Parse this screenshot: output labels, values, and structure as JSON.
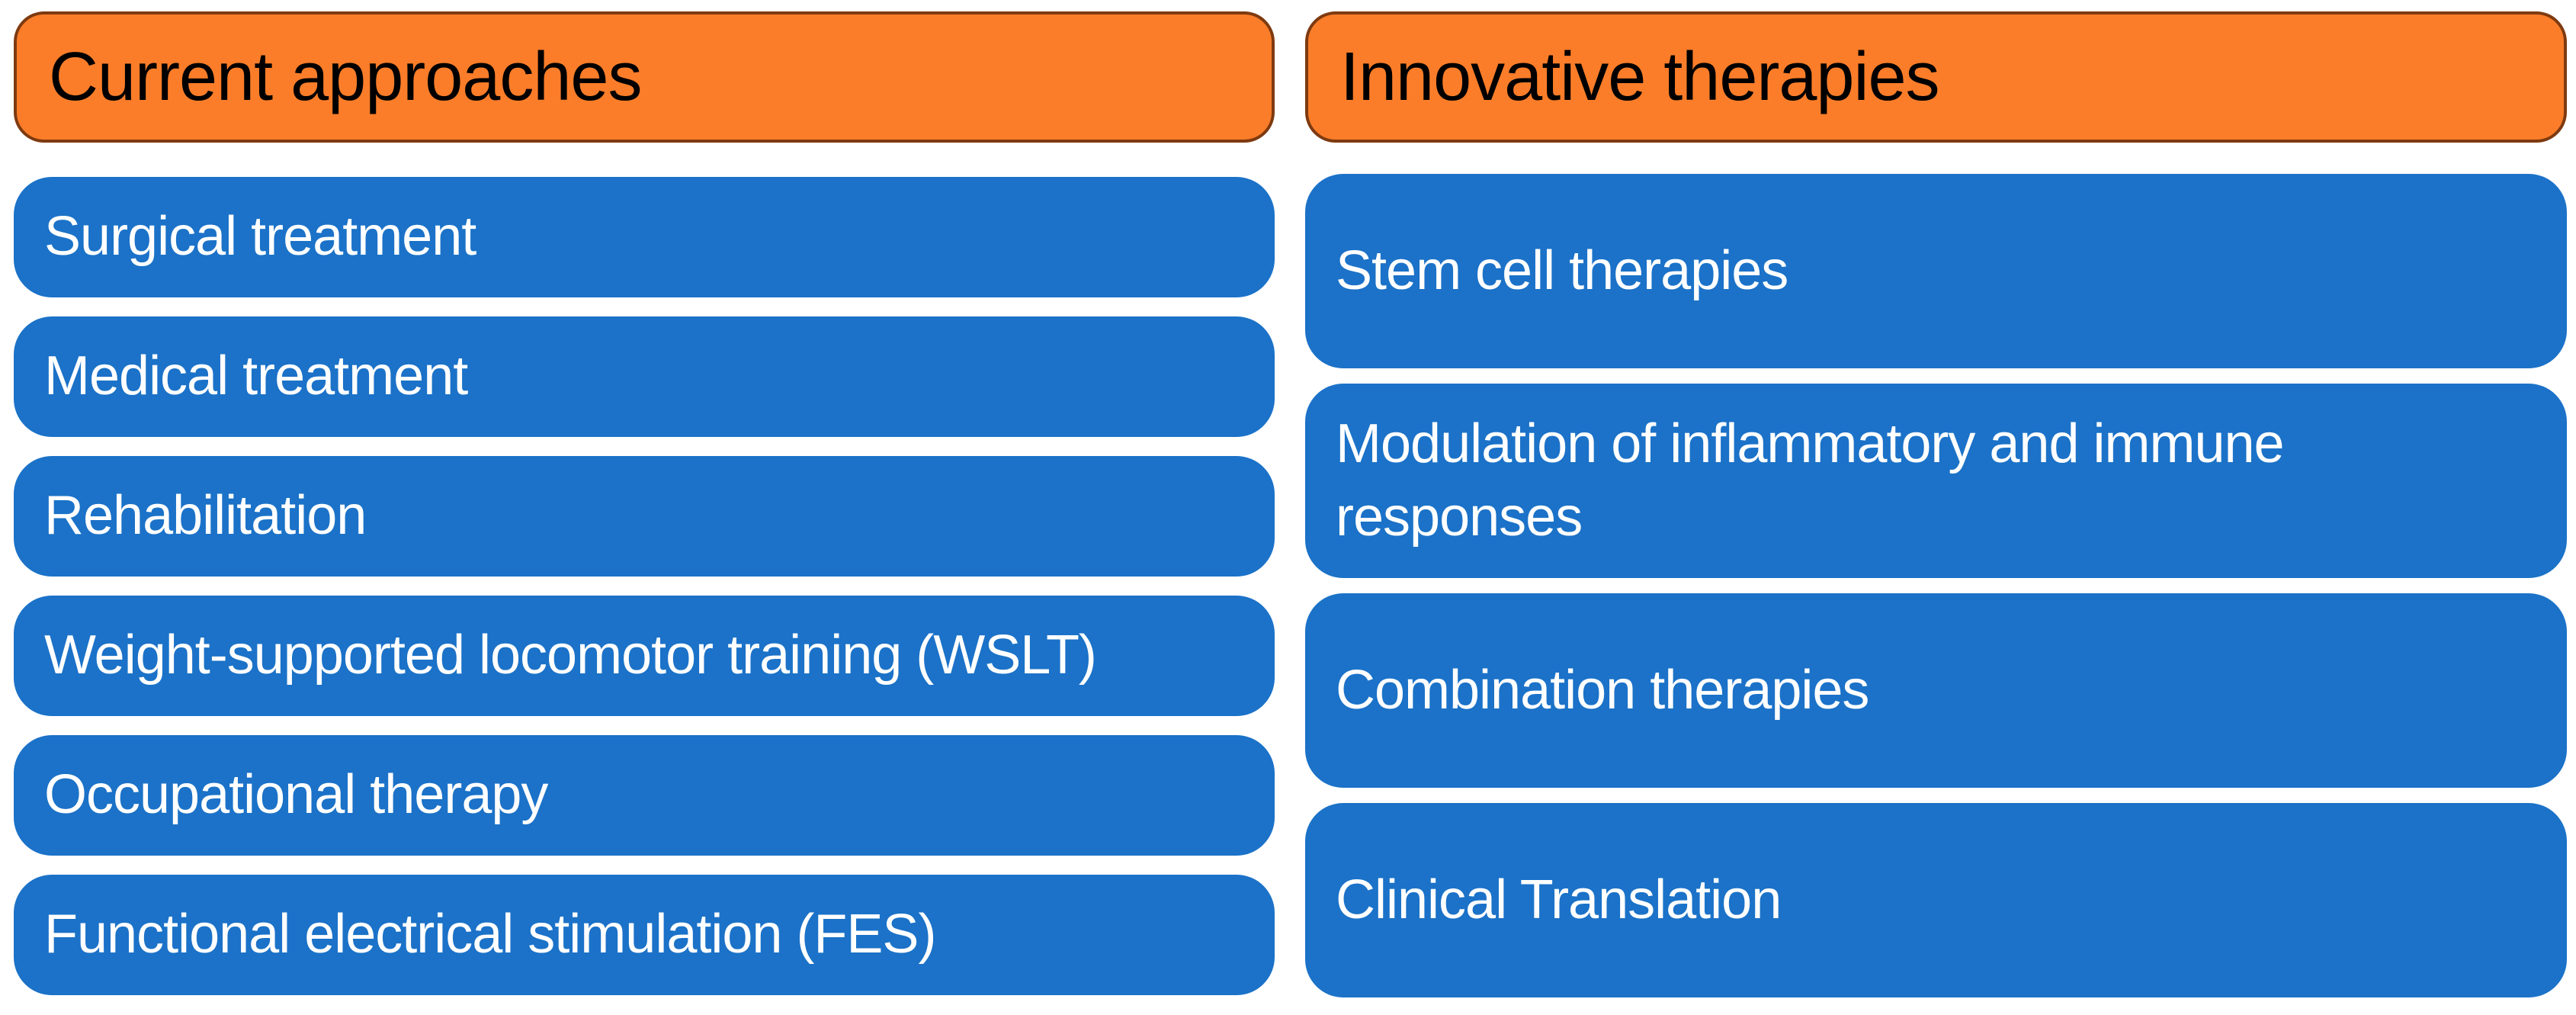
{
  "colors": {
    "orange": "#FB7D29",
    "orange_border": "#7E3A10",
    "blue": "#1B72C8",
    "header_text": "#000000",
    "item_text": "#FFFFFF",
    "background": "#FFFFFF"
  },
  "columns": [
    {
      "header": "Current approaches",
      "items": [
        "Surgical treatment",
        "Medical treatment",
        "Rehabilitation",
        "Weight-supported locomotor training (WSLT)",
        "Occupational therapy",
        "Functional electrical stimulation (FES)"
      ]
    },
    {
      "header": "Innovative therapies",
      "items": [
        "Stem cell therapies",
        "Modulation of inflammatory and immune responses",
        "Combination therapies",
        "Clinical Translation"
      ]
    }
  ]
}
